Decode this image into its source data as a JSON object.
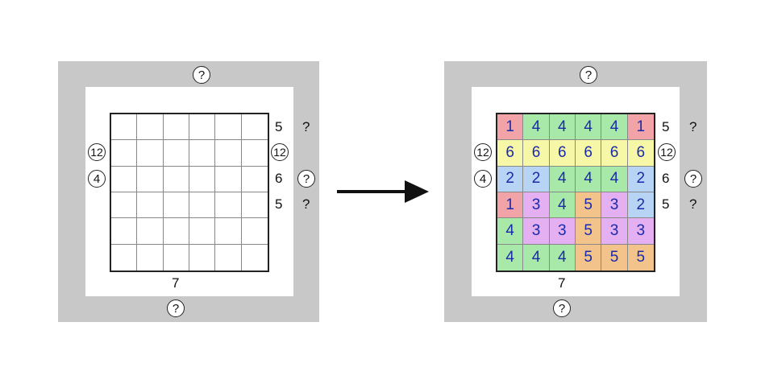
{
  "colors": {
    "frame_gray": "#c8c8c8",
    "red": "#f2a3a8",
    "green": "#a8e8a8",
    "yellow": "#f7f7a8",
    "blue": "#b8d4f4",
    "purple": "#e4b0f2",
    "orange": "#f2c48c",
    "digit": "#1a2aa8"
  },
  "left_puzzle": {
    "top_clue": "?",
    "bottom_clue": "?",
    "bottom_number": "7",
    "left_clues": [
      "12",
      "4"
    ],
    "right_numbers": [
      "5",
      "12",
      "6",
      "5"
    ],
    "right_outer": [
      "?",
      "?",
      "?"
    ]
  },
  "right_puzzle": {
    "top_clue": "?",
    "bottom_clue": "?",
    "bottom_number": "7",
    "left_clues": [
      "12",
      "4"
    ],
    "right_numbers": [
      "5",
      "12",
      "6",
      "5"
    ],
    "right_outer": [
      "?",
      "?",
      "?"
    ],
    "grid": [
      [
        "1",
        "4",
        "4",
        "4",
        "4",
        "1"
      ],
      [
        "6",
        "6",
        "6",
        "6",
        "6",
        "6"
      ],
      [
        "2",
        "2",
        "4",
        "4",
        "4",
        "2"
      ],
      [
        "1",
        "3",
        "4",
        "5",
        "3",
        "2"
      ],
      [
        "4",
        "3",
        "3",
        "5",
        "3",
        "3"
      ],
      [
        "4",
        "4",
        "4",
        "5",
        "5",
        "5"
      ]
    ],
    "grid_colors": [
      [
        "red",
        "green",
        "green",
        "green",
        "green",
        "red"
      ],
      [
        "yellow",
        "yellow",
        "yellow",
        "yellow",
        "yellow",
        "yellow"
      ],
      [
        "blue",
        "blue",
        "green",
        "green",
        "green",
        "blue"
      ],
      [
        "red",
        "purple",
        "green",
        "orange",
        "purple",
        "blue"
      ],
      [
        "green",
        "purple",
        "purple",
        "orange",
        "purple",
        "purple"
      ],
      [
        "green",
        "green",
        "green",
        "orange",
        "orange",
        "orange"
      ]
    ]
  },
  "arrow_icon": "right-arrow-icon"
}
